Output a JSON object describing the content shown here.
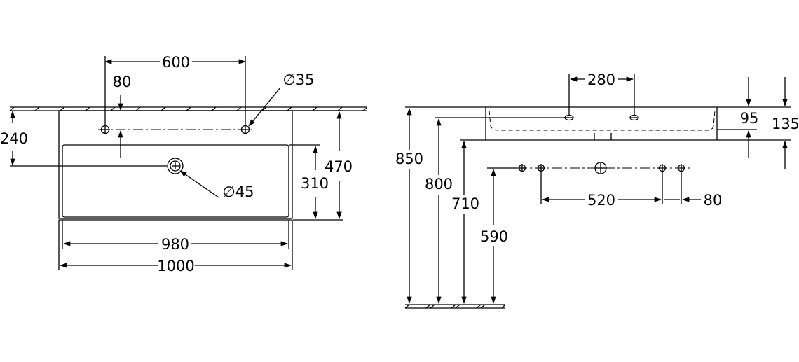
{
  "top_view": {
    "dim_hole_spacing": "600",
    "dim_hole_offset": "80",
    "dim_hole_diameter": "∅35",
    "dim_drain_from_wall": "240",
    "dim_drain_diameter": "∅45",
    "dim_basin_depth": "310",
    "dim_total_depth": "470",
    "dim_basin_width": "980",
    "dim_total_width": "1000"
  },
  "side_view": {
    "dim_hole_spacing": "280",
    "dim_rim_height": "95",
    "dim_total_height": "135",
    "dim_mount_height": "850",
    "dim_holes_height": "800",
    "dim_underside_height": "710",
    "dim_waste_height": "590",
    "dim_bracket_spacing": "520",
    "dim_bracket_offset": "80"
  }
}
